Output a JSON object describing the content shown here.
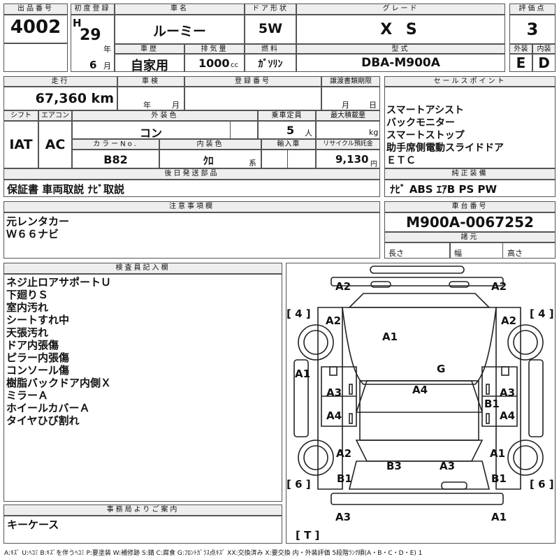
{
  "header": {
    "lot_label": "出品番号",
    "lot_no": "4002",
    "reg_label": "初度登録",
    "era": "H",
    "year": "29",
    "year_unit": "年",
    "month": "6",
    "month_unit": "月",
    "car_name_label": "車名",
    "car_name": "ルーミー",
    "door_label": "ドア形状",
    "door": "5W",
    "grade_label": "グレード",
    "grade": "X S",
    "score_label": "評価点",
    "score": "3",
    "history_label": "車歴",
    "history": "自家用",
    "disp_label": "排気量",
    "disp": "1000",
    "disp_unit": "cc",
    "fuel_label": "燃料",
    "fuel": "ｶﾞｿﾘﾝ",
    "model_label": "型式",
    "model": "DBA-M900A",
    "ext_label": "外装",
    "ext": "E",
    "int_label": "内装",
    "int": "D"
  },
  "row2": {
    "mileage_label": "走行",
    "mileage": "67,360 km",
    "inspection_label": "車検",
    "insp_year": "年",
    "insp_month": "月",
    "plate_label": "登録番号",
    "transfer_label": "譲渡書類期限",
    "transfer_month": "月",
    "transfer_day": "日",
    "shift_label": "シフト",
    "shift": "IAT",
    "ac_label": "エアコン",
    "ac": "AC",
    "ext_color_label": "外装色",
    "ext_color": "コン",
    "capacity_label": "乗車定員",
    "capacity": "5",
    "capacity_unit": "人",
    "load_label": "最大積載量",
    "load_unit": "kg",
    "color_no_label": "カラーNo.",
    "color_no": "B82",
    "int_color_label": "内装色",
    "int_color": "ｸﾛ",
    "int_color_unit": "系",
    "import_label": "輸入車",
    "recycle_label": "リサイクル預託金",
    "recycle": "9,130",
    "recycle_unit": "円"
  },
  "sales": {
    "label": "セールスポイント",
    "items": [
      "スマートアシスト",
      "バックモニター",
      "スマートストップ",
      "助手席側電動スライドドア",
      "ＥＴＣ"
    ]
  },
  "accessories": {
    "label": "後日発送部品",
    "value": "保証書 車両取説 ﾅﾋﾞ取説"
  },
  "equipment": {
    "label": "純正装備",
    "value": "ﾅﾋﾞ ABS ｴｱB PS PW"
  },
  "notes": {
    "label": "注意事項欄",
    "lines": [
      "元レンタカー",
      "Ｗ６６ナビ"
    ]
  },
  "chassis": {
    "label": "車台番号",
    "value": "M900A-0067252"
  },
  "dims": {
    "label": "諸元",
    "length": "長さ",
    "width": "幅",
    "height": "高さ"
  },
  "inspector": {
    "label": "検査員記入欄",
    "lines": [
      "ネジ止ロアサポートＵ",
      "下廻りＳ",
      "室内汚れ",
      "シートすれ中",
      "天張汚れ",
      "ドア内張傷",
      "ピラー内張傷",
      "コンソール傷",
      "樹脂バックドア内側Ｘ",
      "ミラーＡ",
      "ホイールカバーＡ",
      "タイヤひび割れ"
    ]
  },
  "office": {
    "label": "事務局よりご案内",
    "value": "キーケース"
  },
  "diagram": {
    "marks": [
      "A2",
      "A2",
      "A2",
      "A2",
      "A1",
      "A1",
      "G",
      "A3",
      "A4",
      "A3",
      "B1",
      "A4",
      "A4",
      "A2",
      "A1",
      "B3",
      "A3",
      "B1",
      "B1",
      "A3",
      "A1"
    ],
    "tires": [
      "[ 4 ]",
      "[ 4 ]",
      "[ 6 ]",
      "[ 6 ]",
      "[ T ]"
    ]
  },
  "legend": "A:ｷｽﾞ U:ﾍｺﾐ B:ｷｽﾞを伴うﾍｺﾐ P:要塗装 W:補修跡 S:錆 C:腐食 G:ﾌﾛﾝﾄｶﾞﾗｽ点ｷｽﾞ XX:交換済み X:要交換 内・外装評価 5段階ﾗﾝｸ順(A・B・C・D・E) 1"
}
